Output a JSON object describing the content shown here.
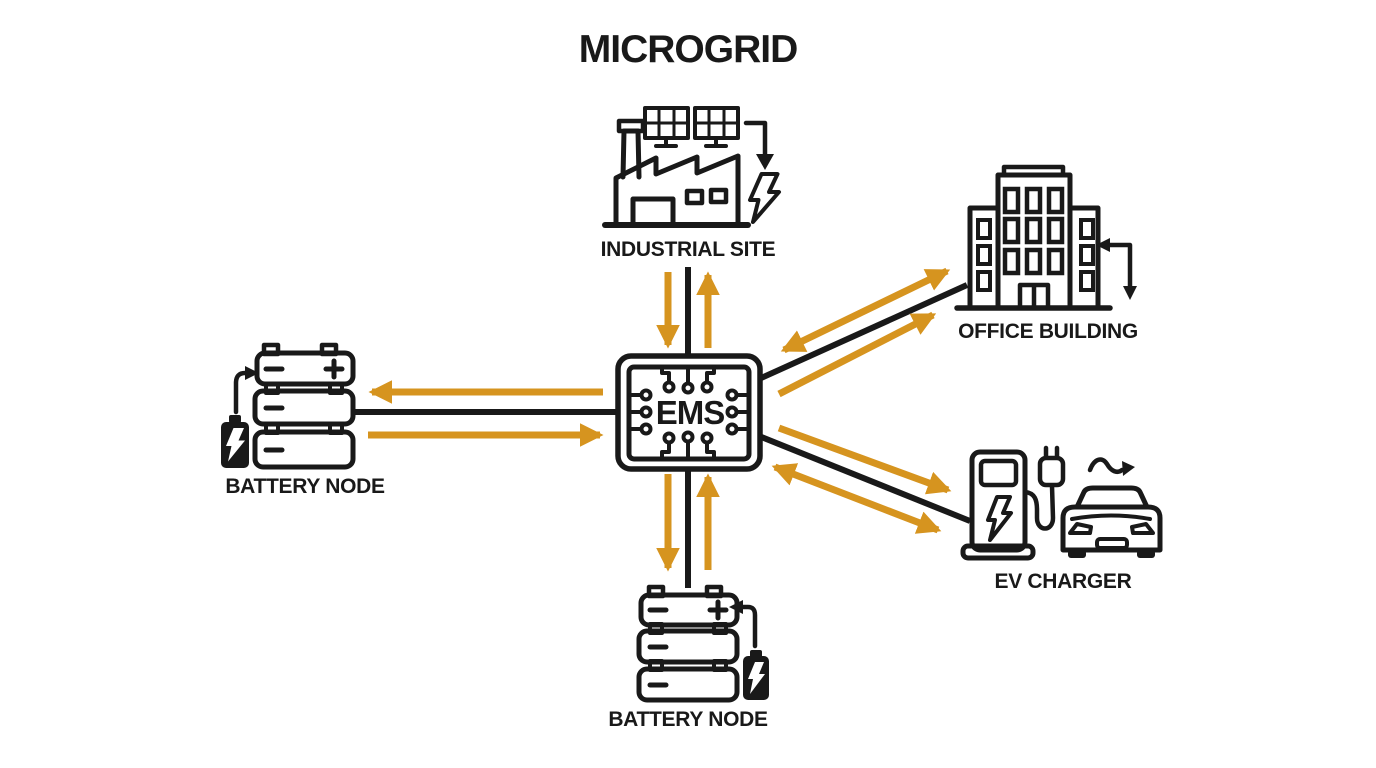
{
  "title": "MICROGRID",
  "colors": {
    "ink": "#191919",
    "accent": "#d6941f",
    "bg": "#ffffff"
  },
  "nodes": {
    "ems": {
      "label": "EMS",
      "icon": "circuit-chip-icon"
    },
    "industrial_site": {
      "label": "INDUSTRIAL SITE",
      "icon": "factory-solar-panels-icon"
    },
    "office_building": {
      "label": "OFFICE BUILDING",
      "icon": "office-building-icon"
    },
    "ev_charger": {
      "label": "EV CHARGER",
      "icon": "charging-station-car-icon"
    },
    "battery_left": {
      "label": "BATTERY NODE",
      "icon": "battery-stack-icon"
    },
    "battery_bottom": {
      "label": "BATTERY NODE",
      "icon": "battery-stack-icon"
    }
  },
  "connections": [
    {
      "from": "ems",
      "to": "industrial_site",
      "arrows": "two-way"
    },
    {
      "from": "ems",
      "to": "office_building",
      "arrows": "two-way"
    },
    {
      "from": "ems",
      "to": "ev_charger",
      "arrows": "two-way"
    },
    {
      "from": "ems",
      "to": "battery_left",
      "arrows": "two-way"
    },
    {
      "from": "ems",
      "to": "battery_bottom",
      "arrows": "two-way"
    }
  ]
}
